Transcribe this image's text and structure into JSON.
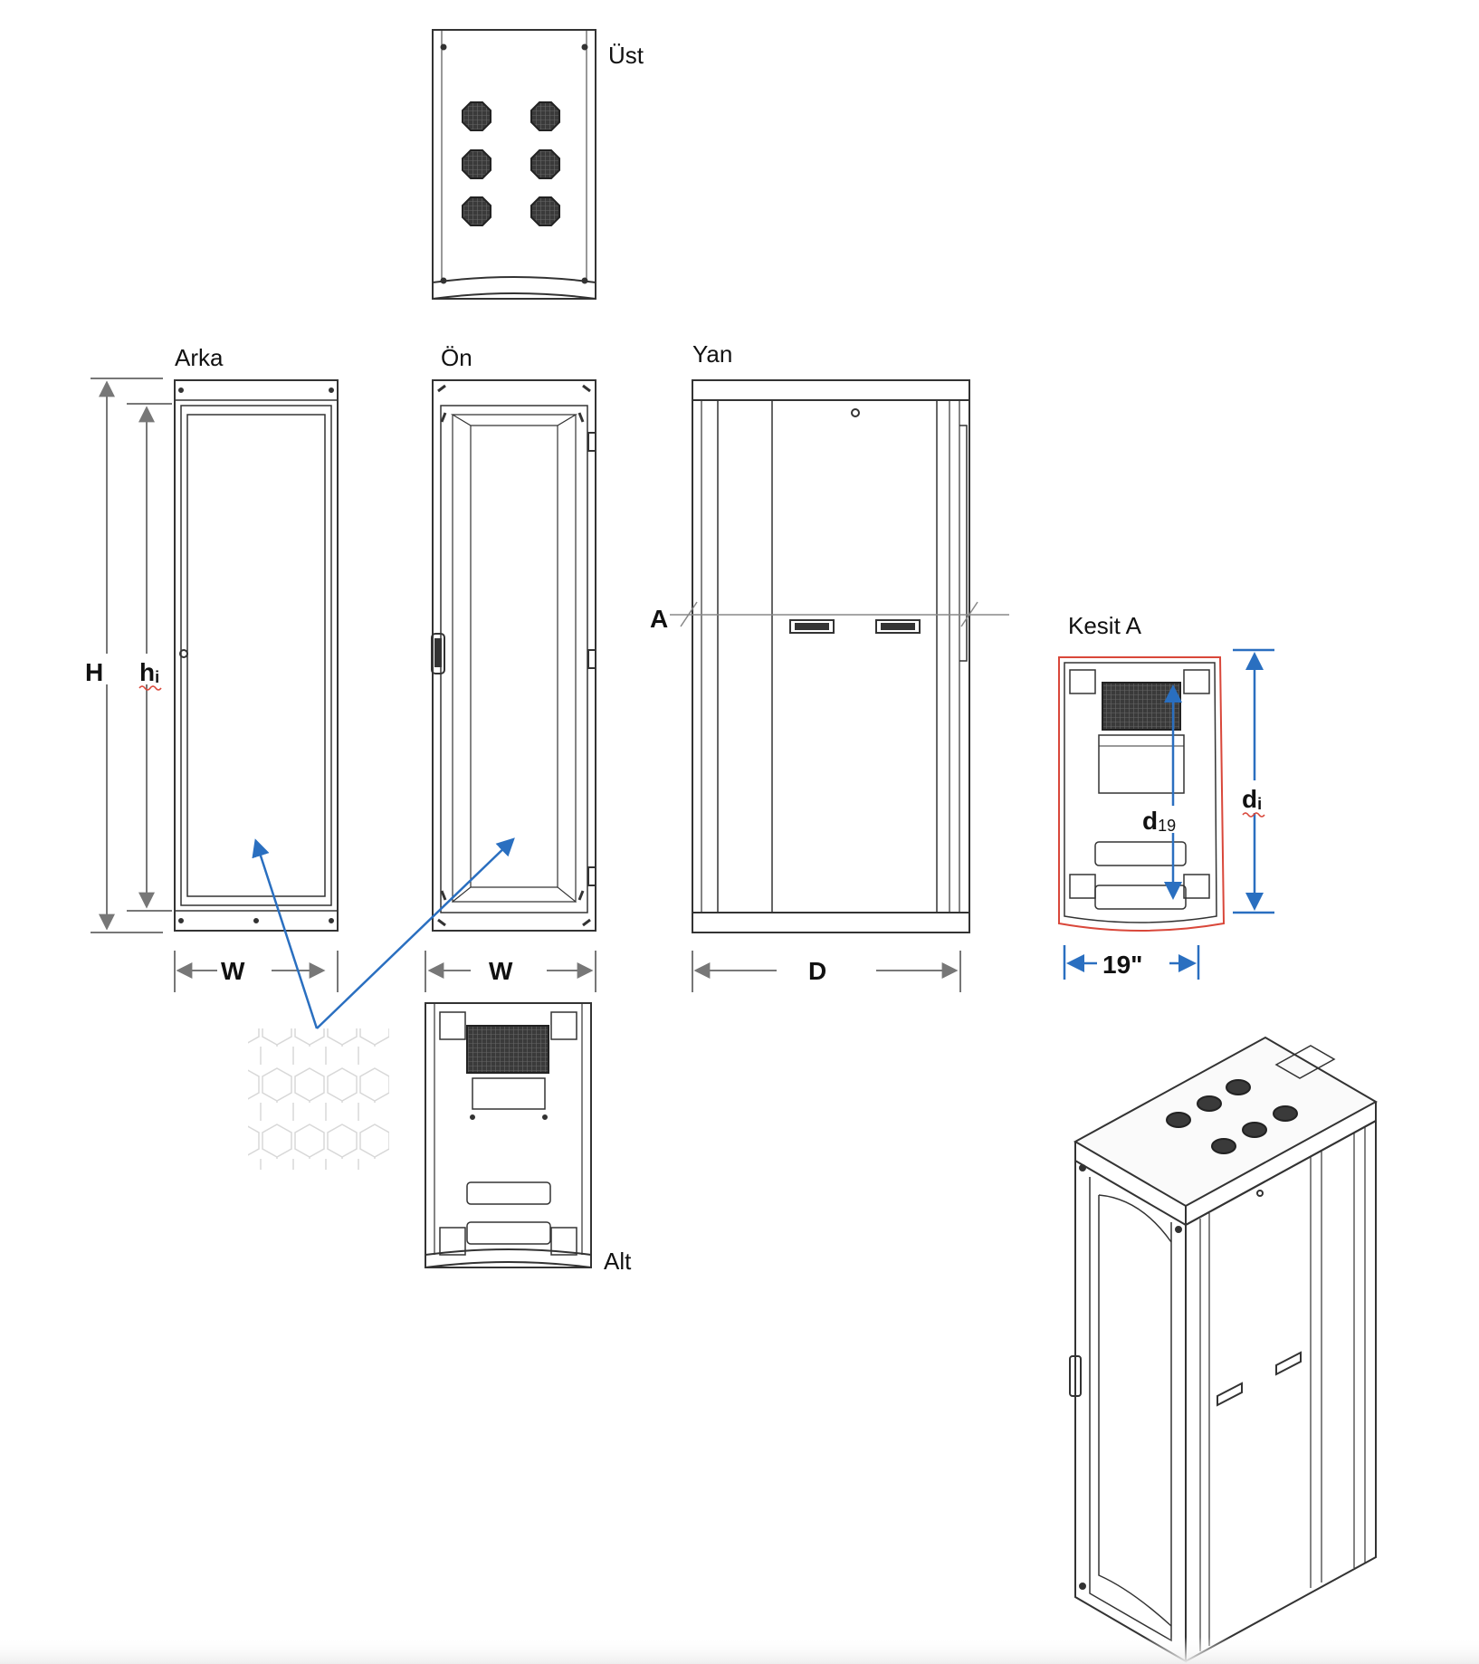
{
  "views": {
    "top": "Üst",
    "rear": "Arka",
    "front": "Ön",
    "side": "Yan",
    "bottom": "Alt",
    "section": "Kesit  A"
  },
  "dimensions": {
    "height": "H",
    "inner_height_base": "h",
    "inner_height_sub": "i",
    "width_rear": "W",
    "width_front": "W",
    "depth": "D",
    "inner_depth_base": "d",
    "inner_depth_sub": "i",
    "rail_depth_base": "d",
    "rail_depth_sub": "19",
    "rail_width": "19\"",
    "section_marker": "A"
  },
  "colors": {
    "line": "#333333",
    "dimension": "#777777",
    "accent_blue": "#2a6fc0",
    "section_red": "#d9473a",
    "fan_fill": "#3a3a3a"
  }
}
